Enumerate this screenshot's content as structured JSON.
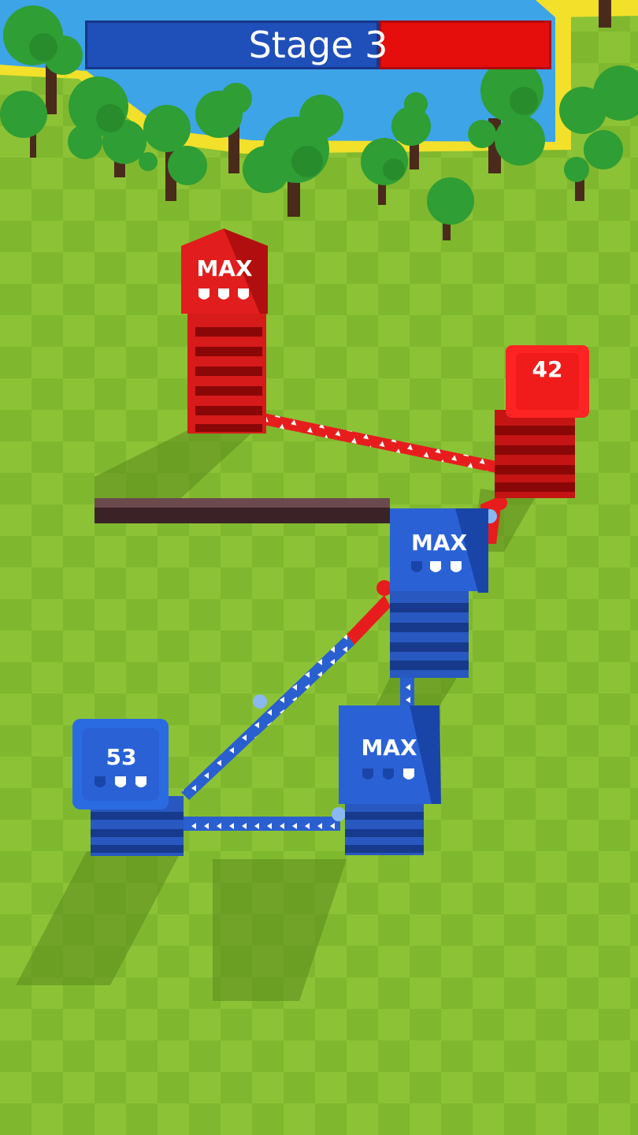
{
  "hud": {
    "stage_label": "Stage 3",
    "blue_share": 0.63,
    "red_share": 0.37,
    "blue_color": "#1f4fb8",
    "red_color": "#e60d0d"
  },
  "towers": [
    {
      "id": "red-max",
      "team": "red",
      "label": "MAX",
      "shields_filled": 3,
      "shields_total": 3
    },
    {
      "id": "red-42",
      "team": "red",
      "label": "42"
    },
    {
      "id": "blue-max-center",
      "team": "blue",
      "label": "MAX",
      "shields_filled": 2,
      "shields_total": 3
    },
    {
      "id": "blue-max-lower",
      "team": "blue",
      "label": "MAX",
      "shields_filled": 1,
      "shields_total": 3
    },
    {
      "id": "blue-53",
      "team": "blue",
      "label": "53",
      "shields_filled": 2,
      "shields_total": 3
    }
  ],
  "colors": {
    "grass": "#7fb82e",
    "water": "#3da4e8",
    "sand": "#f2e02a",
    "tree": "#2f9e34",
    "wall": "#3a2226"
  }
}
